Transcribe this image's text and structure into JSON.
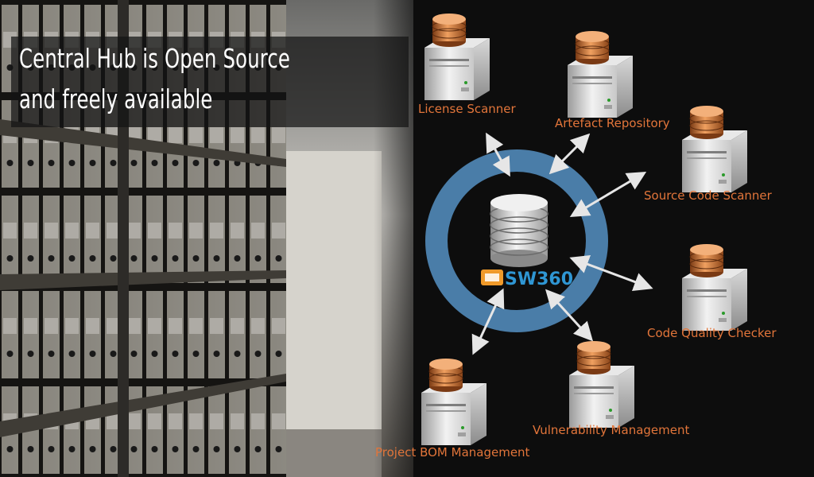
{
  "title": {
    "line1": "Central Hub is Open Source",
    "line2": "and freely available"
  },
  "hub": {
    "logo_text": "SW360",
    "ring_color": "#4a7da8",
    "logo_color": "#2f96d3",
    "logo_badge_color": "#f09a2a"
  },
  "label_color": "#e2753a",
  "nodes": [
    {
      "id": "license-scanner",
      "label": "License Scanner"
    },
    {
      "id": "artefact-repository",
      "label": "Artefact Repository"
    },
    {
      "id": "source-code-scanner",
      "label": "Source Code Scanner"
    },
    {
      "id": "code-quality-checker",
      "label": "Code Quality Checker"
    },
    {
      "id": "vulnerability-management",
      "label": "Vulnerability Management"
    },
    {
      "id": "project-bom-management",
      "label": "Project BOM Management"
    }
  ]
}
